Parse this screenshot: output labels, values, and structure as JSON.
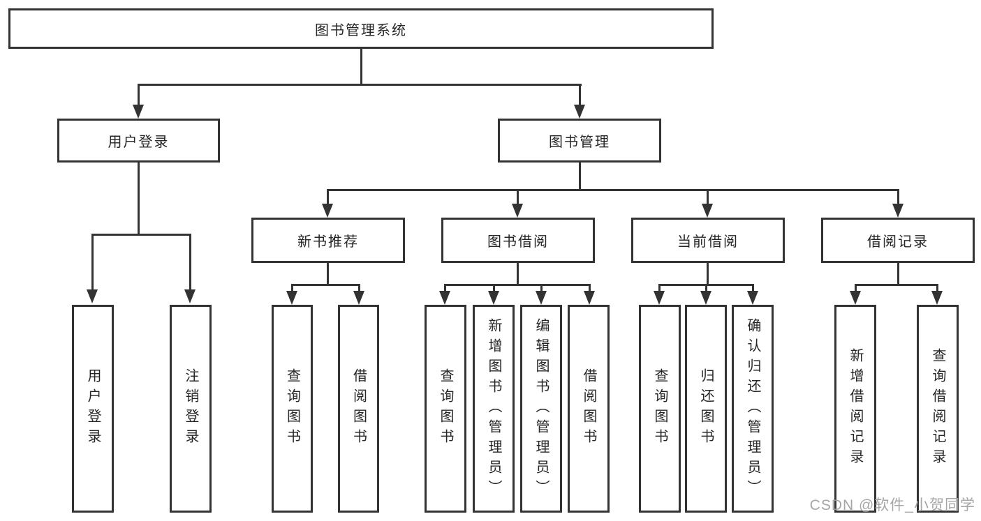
{
  "diagram": {
    "root": {
      "label": "图书管理系统"
    },
    "level2": [
      {
        "label": "用户登录"
      },
      {
        "label": "图书管理"
      }
    ],
    "level3": [
      {
        "label": "新书推荐"
      },
      {
        "label": "图书借阅"
      },
      {
        "label": "当前借阅"
      },
      {
        "label": "借阅记录"
      }
    ],
    "leaves": {
      "user_login": [
        "用户登录",
        "注销登录"
      ],
      "new_book": [
        "查询图书",
        "借阅图书"
      ],
      "book_borrow": [
        "查询图书",
        "新增图书（管理员）",
        "编辑图书（管理员）",
        "借阅图书"
      ],
      "current_borrow": [
        "查询图书",
        "归还图书",
        "确认归还（管理员）"
      ],
      "borrow_record": [
        "新增借阅记录",
        "查询借阅记录"
      ]
    }
  },
  "colors": {
    "line": "#333333",
    "background": "#ffffff",
    "watermark": "#9e9e9e"
  },
  "watermark": {
    "text": "CSDN @软件_小贺同学"
  }
}
